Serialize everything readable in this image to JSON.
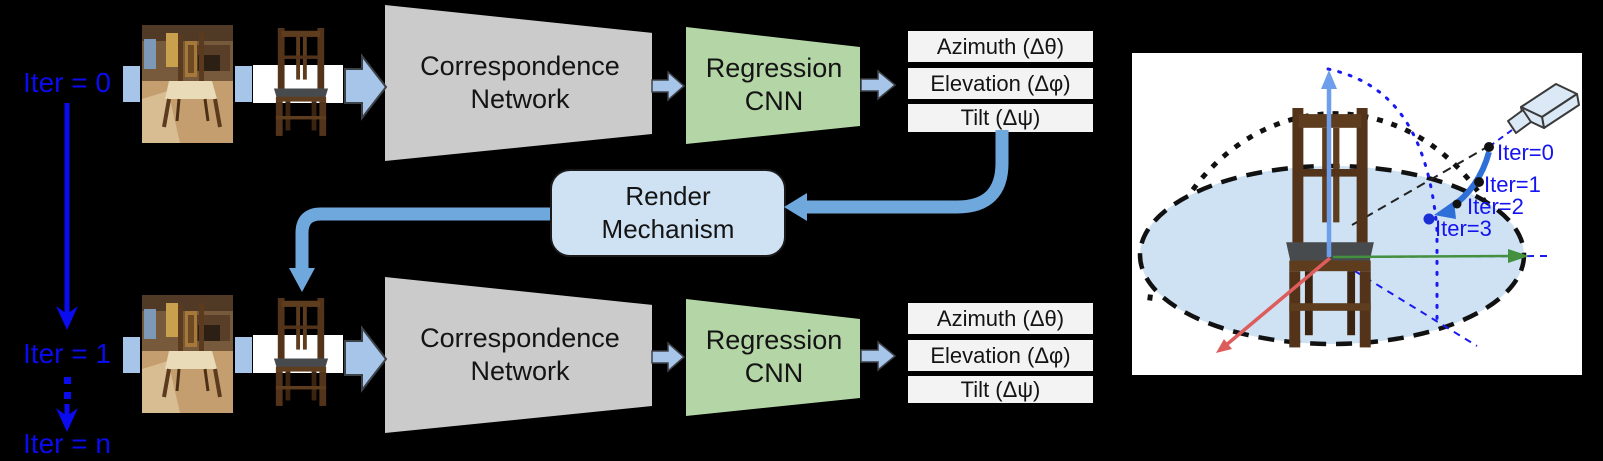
{
  "figure": {
    "iterations": {
      "iter0": "Iter = 0",
      "iter1": "Iter = 1",
      "itern": "Iter = n"
    },
    "rows": [
      {
        "network": "Correspondence Network",
        "cnn": "Regression CNN",
        "outputs": [
          "Azimuth (Δθ)",
          "Elevation (Δφ)",
          "Tilt (Δψ)"
        ]
      },
      {
        "network": "Correspondence Network",
        "cnn": "Regression CNN",
        "outputs": [
          "Azimuth (Δθ)",
          "Elevation (Δφ)",
          "Tilt (Δψ)"
        ]
      }
    ],
    "render_mechanism": "Render Mechanism"
  },
  "panel": {
    "trajectory_labels": [
      "Iter=0",
      "Iter=1",
      "Iter=2",
      "Iter=3"
    ]
  },
  "colors": {
    "iteration_blue": "#0b0bf0",
    "connector_light_blue": "#a7c5e8",
    "thick_arrow_blue": "#6fa8dc",
    "network_gray": "#cbcbcb",
    "cnn_green": "#b4d6a6",
    "output_box_gray": "#f3f3f3",
    "render_box_blue": "#cfe2f3",
    "panel_ground_blue": "#cfe2f3",
    "axis_up_blue": "#6d9eeb",
    "axis_red": "#dd5c5c",
    "axis_green": "#43903f",
    "trajectory_arc_blue": "#2e6fd8"
  }
}
